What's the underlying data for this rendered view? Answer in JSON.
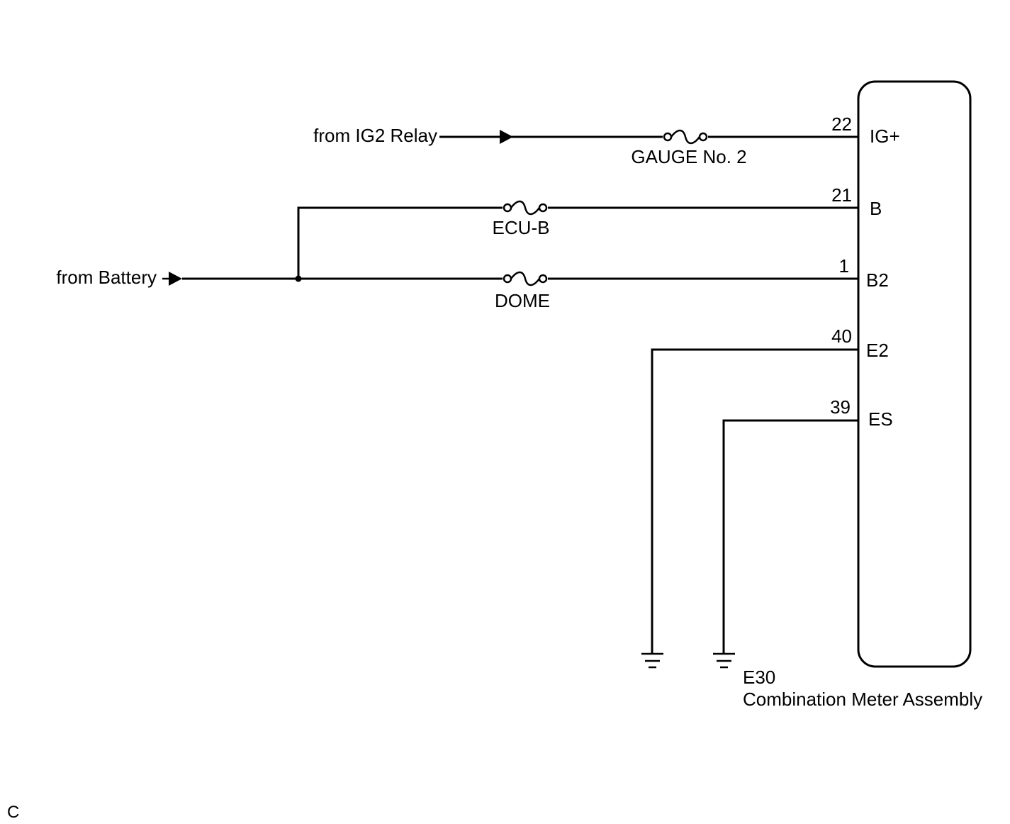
{
  "sources": {
    "ig2_relay": "from IG2 Relay",
    "battery": "from Battery"
  },
  "fuses": {
    "gauge": "GAUGE No. 2",
    "ecu_b": "ECU-B",
    "dome": "DOME"
  },
  "component": {
    "code": "E30",
    "name": "Combination Meter Assembly"
  },
  "pins": [
    {
      "number": "22",
      "name": "IG+"
    },
    {
      "number": "21",
      "name": "B"
    },
    {
      "number": "1",
      "name": "B2"
    },
    {
      "number": "40",
      "name": "E2"
    },
    {
      "number": "39",
      "name": "ES"
    }
  ],
  "corner_mark": "C"
}
